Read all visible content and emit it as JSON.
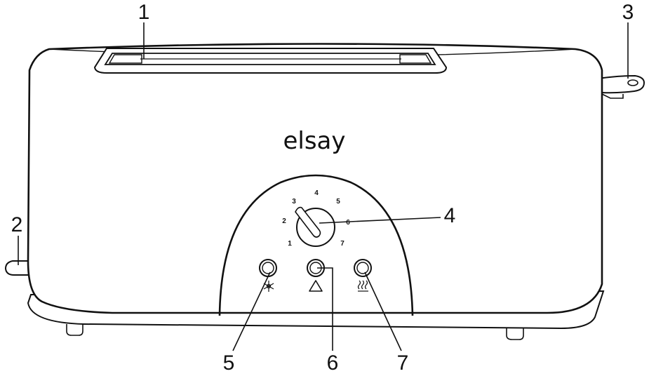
{
  "brand": {
    "name": "elsay"
  },
  "dial": {
    "numbers": [
      "1",
      "2",
      "3",
      "4",
      "5",
      "6",
      "7"
    ]
  },
  "callouts": [
    {
      "number": "1",
      "part": "bread-slot"
    },
    {
      "number": "2",
      "part": "lever-left"
    },
    {
      "number": "3",
      "part": "lever-right"
    },
    {
      "number": "4",
      "part": "browning-dial"
    },
    {
      "number": "5",
      "part": "defrost-button"
    },
    {
      "number": "6",
      "part": "cancel-button"
    },
    {
      "number": "7",
      "part": "reheat-button"
    }
  ],
  "icons": {
    "defrost": "snowflake-icon",
    "cancel": "triangle-icon",
    "reheat": "heat-waves-icon"
  },
  "colors": {
    "line": "#111111",
    "background": "#ffffff"
  }
}
